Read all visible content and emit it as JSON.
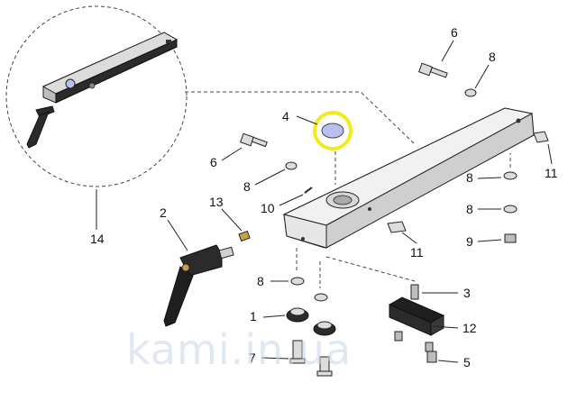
{
  "callouts": {
    "c1": "1",
    "c2": "2",
    "c3": "3",
    "c4": "4",
    "c5": "5",
    "c6a": "6",
    "c6b": "6",
    "c7": "7",
    "c8a": "8",
    "c8b": "8",
    "c8c": "8",
    "c8d": "8",
    "c8e": "8",
    "c9": "9",
    "c10": "10",
    "c11a": "11",
    "c11b": "11",
    "c12": "12",
    "c13": "13",
    "c14": "14"
  },
  "watermark": "kami.in.ua",
  "colors": {
    "highlight": "#f2ea1c",
    "part_light": "#dcdcdc",
    "part_dark": "#2b2b2b",
    "accent_brass": "#c9a04a",
    "disc_blue": "#b9bff0"
  }
}
